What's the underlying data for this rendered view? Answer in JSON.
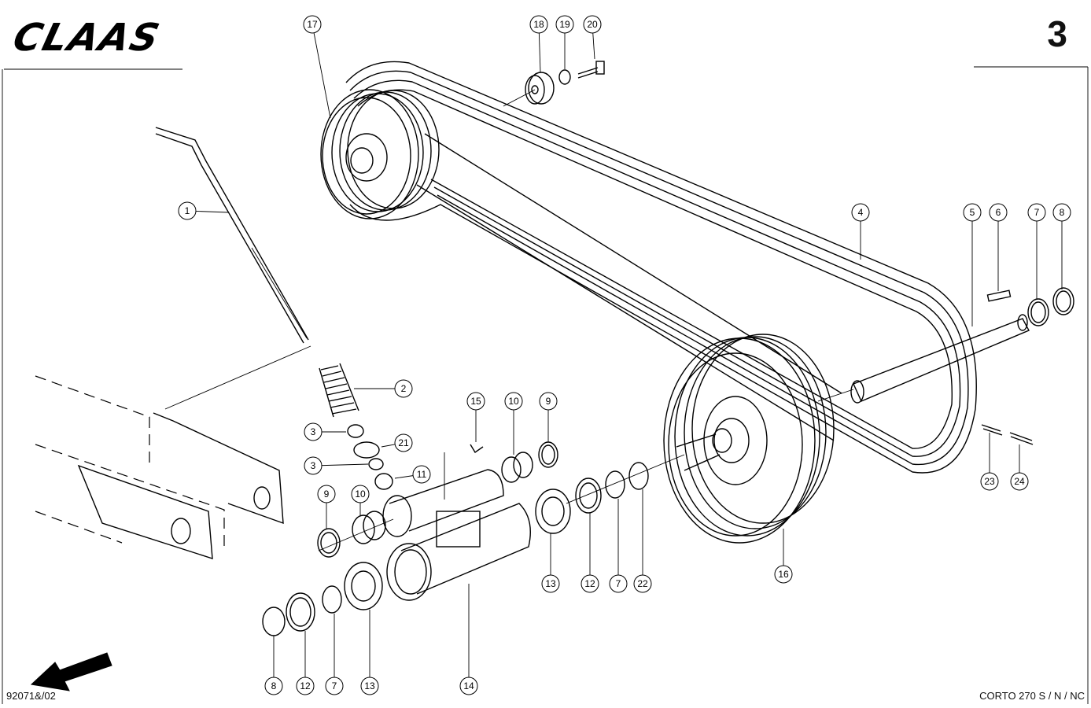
{
  "header": {
    "logo_text": "CLAAS",
    "page_number": "3"
  },
  "footer": {
    "reference": "92071&/02",
    "model": "CORTO 270 S / N / NC"
  },
  "callouts": [
    {
      "id": "c17",
      "label": "17"
    },
    {
      "id": "c18",
      "label": "18"
    },
    {
      "id": "c19",
      "label": "19"
    },
    {
      "id": "c20",
      "label": "20"
    },
    {
      "id": "c1",
      "label": "1"
    },
    {
      "id": "c4",
      "label": "4"
    },
    {
      "id": "c5",
      "label": "5"
    },
    {
      "id": "c6",
      "label": "6"
    },
    {
      "id": "c7a",
      "label": "7"
    },
    {
      "id": "c8a",
      "label": "8"
    },
    {
      "id": "c2",
      "label": "2"
    },
    {
      "id": "c3a",
      "label": "3"
    },
    {
      "id": "c21",
      "label": "21"
    },
    {
      "id": "c3b",
      "label": "3"
    },
    {
      "id": "c11",
      "label": "11"
    },
    {
      "id": "c15",
      "label": "15"
    },
    {
      "id": "c10a",
      "label": "10"
    },
    {
      "id": "c9a",
      "label": "9"
    },
    {
      "id": "c9b",
      "label": "9"
    },
    {
      "id": "c10b",
      "label": "10"
    },
    {
      "id": "c13a",
      "label": "13"
    },
    {
      "id": "c12a",
      "label": "12"
    },
    {
      "id": "c7b",
      "label": "7"
    },
    {
      "id": "c22",
      "label": "22"
    },
    {
      "id": "c16",
      "label": "16"
    },
    {
      "id": "c23",
      "label": "23"
    },
    {
      "id": "c24",
      "label": "24"
    },
    {
      "id": "c8b",
      "label": "8"
    },
    {
      "id": "c12b",
      "label": "12"
    },
    {
      "id": "c7c",
      "label": "7"
    },
    {
      "id": "c13b",
      "label": "13"
    },
    {
      "id": "c14",
      "label": "14"
    }
  ]
}
